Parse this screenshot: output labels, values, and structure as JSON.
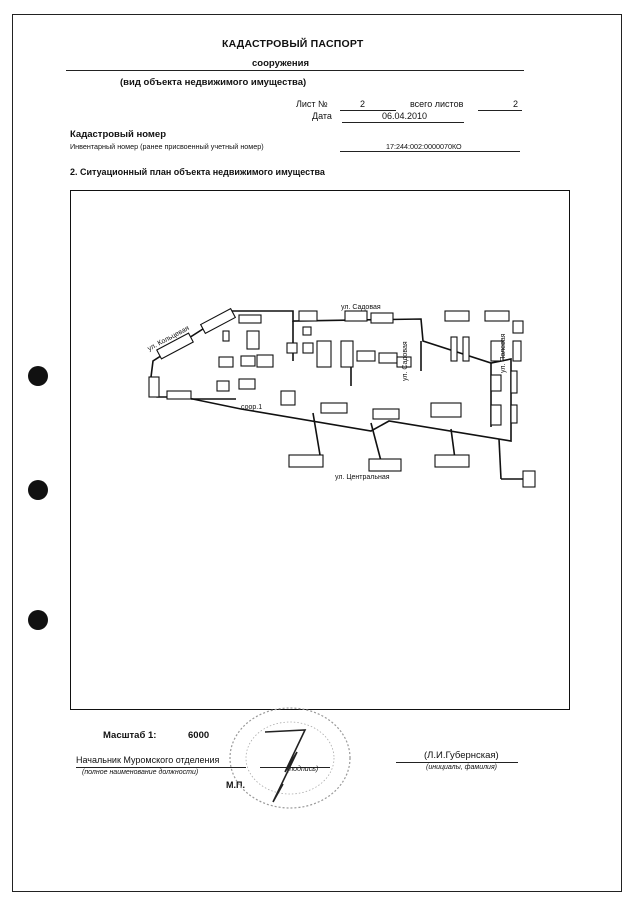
{
  "header": {
    "title": "КАДАСТРОВЫЙ ПАСПОРТ",
    "object_name": "сооружения",
    "object_hint": "(вид объекта недвижимого имущества)"
  },
  "sheet": {
    "sheet_label": "Лист №",
    "sheet_no": "2",
    "total_label": "всего листов",
    "total_no": "2",
    "date_label": "Дата",
    "date_value": "06.04.2010"
  },
  "ids": {
    "cadastral_label": "Кадастровый номер",
    "inventory_label": "Инвентарный номер (ранее присвоенный учетный номер)",
    "inventory_value": "17:244:002:0000070КО"
  },
  "section": {
    "title": "2. Ситуационный план объекта недвижимого имущества"
  },
  "plan": {
    "street_kaltsevaya": "ул. Кольцевая",
    "street_sadovaya_top": "ул. Садовая",
    "street_sadovaya_vert": "ул. Садовая",
    "street_right": "ул. Полевая",
    "street_central": "ул. Центральная",
    "structure_label": "соор.1"
  },
  "footer": {
    "scale_label": "Масштаб 1:",
    "scale_value": "6000",
    "position": "Начальник Муромского отделения",
    "position_hint": "(полное наименование должности)",
    "signature_hint": "(подпись)",
    "stamp_label": "М.П.",
    "name": "(Л.И.Губернская)",
    "name_hint": "(инициалы, фамилия)"
  }
}
